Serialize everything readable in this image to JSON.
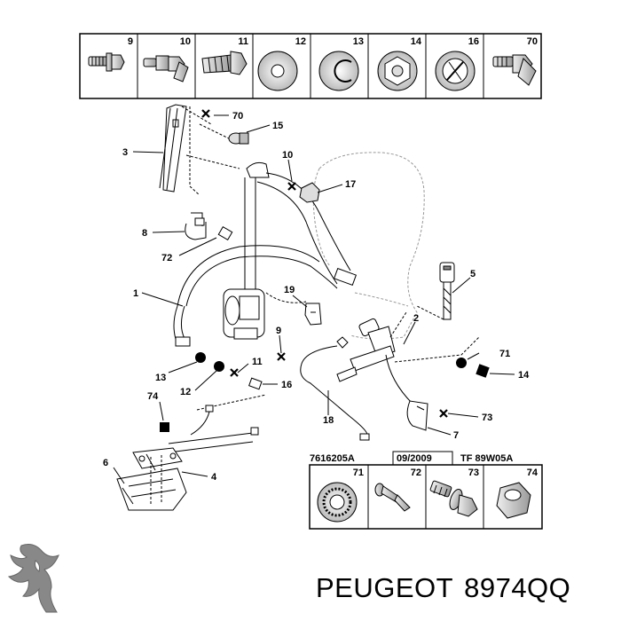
{
  "top_row_labels": [
    "9",
    "10",
    "11",
    "12",
    "13",
    "14",
    "16",
    "70"
  ],
  "bottom_row_labels": [
    "71",
    "72",
    "73",
    "74"
  ],
  "header": {
    "ref": "7616205A",
    "date": "09/2009",
    "code": "TF 89W05A"
  },
  "callouts": {
    "c70": "70",
    "c15": "15",
    "c3": "3",
    "c10": "10",
    "c17": "17",
    "c8": "8",
    "c72": "72",
    "c1": "1",
    "c19": "19",
    "c5": "5",
    "c2": "2",
    "c9": "9",
    "c11": "11",
    "c71": "71",
    "c13": "13",
    "c14": "14",
    "c12": "12",
    "c16": "16",
    "c74": "74",
    "c18": "18",
    "c73": "73",
    "c7": "7",
    "c6": "6",
    "c4": "4"
  },
  "brand": {
    "name": "PEUGEOT",
    "part": "8974QQ"
  },
  "icons": {
    "logo": "peugeot-lion-icon"
  }
}
